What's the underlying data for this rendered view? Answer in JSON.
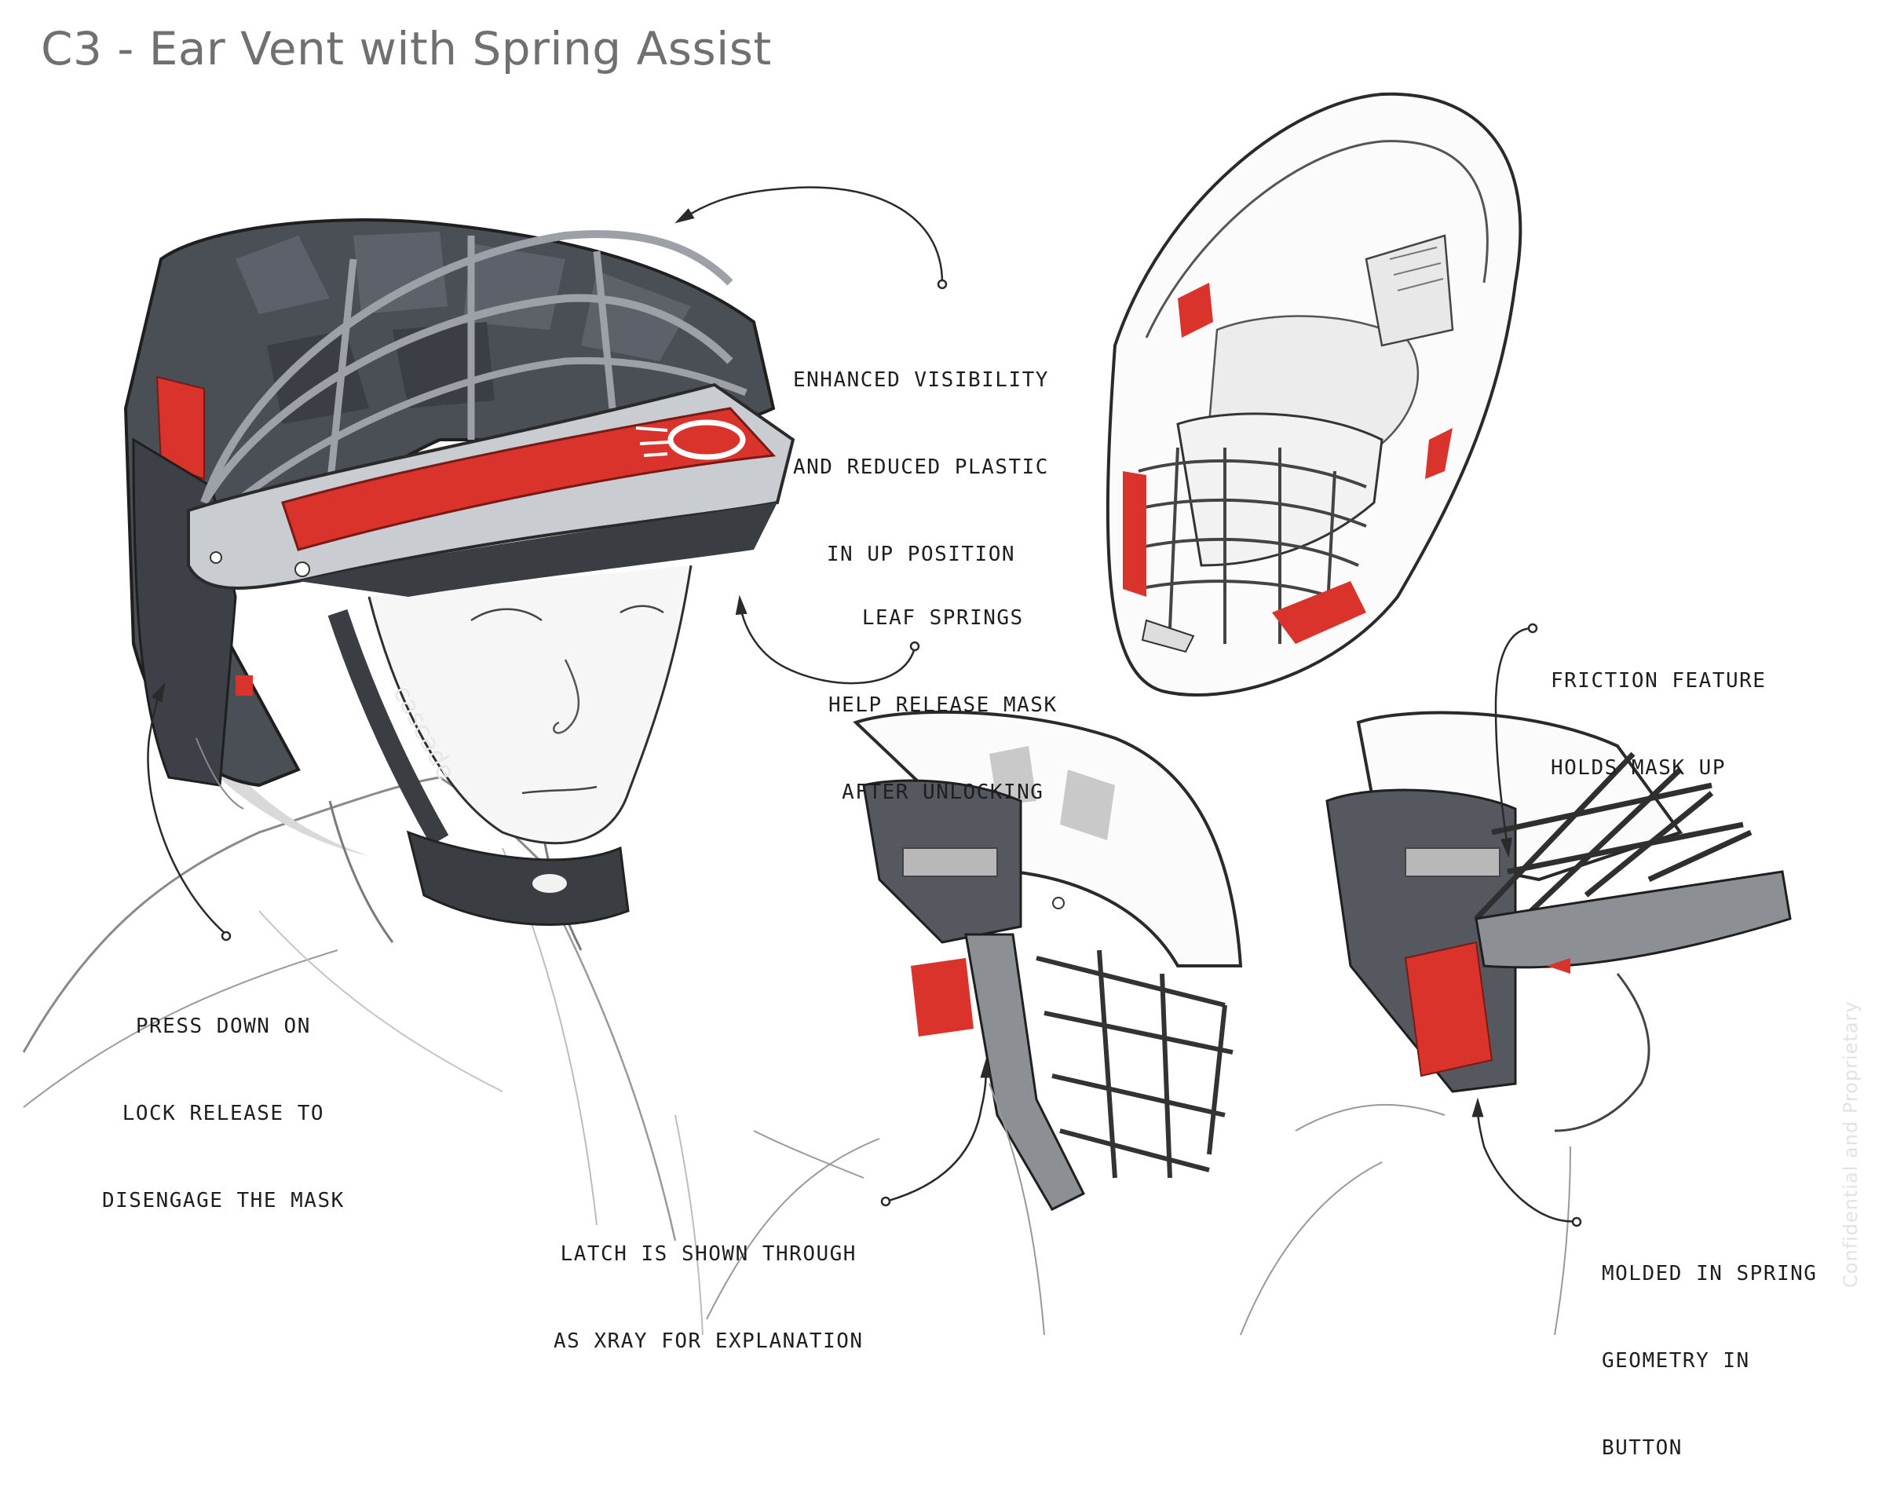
{
  "title": "C3 - Ear Vent with Spring Assist",
  "watermark": "Confidential and Proprietary",
  "helmet_brand_text": "cascade",
  "annotations": {
    "enhanced_visibility": [
      "ENHANCED VISIBILITY",
      "AND REDUCED PLASTIC",
      "IN UP POSITION"
    ],
    "leaf_springs": [
      "LEAF SPRINGS",
      "HELP RELEASE MASK",
      "AFTER UNLOCKING"
    ],
    "press_down": [
      "PRESS DOWN ON",
      "LOCK RELEASE TO",
      "DISENGAGE THE MASK"
    ],
    "friction_feature": [
      "FRICTION FEATURE",
      "HOLDS MASK UP"
    ],
    "latch_xray": [
      "LATCH IS SHOWN THROUGH",
      "AS XRAY FOR EXPLANATION"
    ],
    "molded_spring": [
      "MOLDED IN SPRING",
      "GEOMETRY IN",
      "BUTTON"
    ]
  },
  "colors": {
    "accent_red": "#d9332b",
    "shell_dark": "#4a4e55",
    "shell_mid": "#6b7078",
    "metal_grey": "#b9bcc1",
    "line": "#2a2a2a",
    "title_grey": "#707070"
  }
}
